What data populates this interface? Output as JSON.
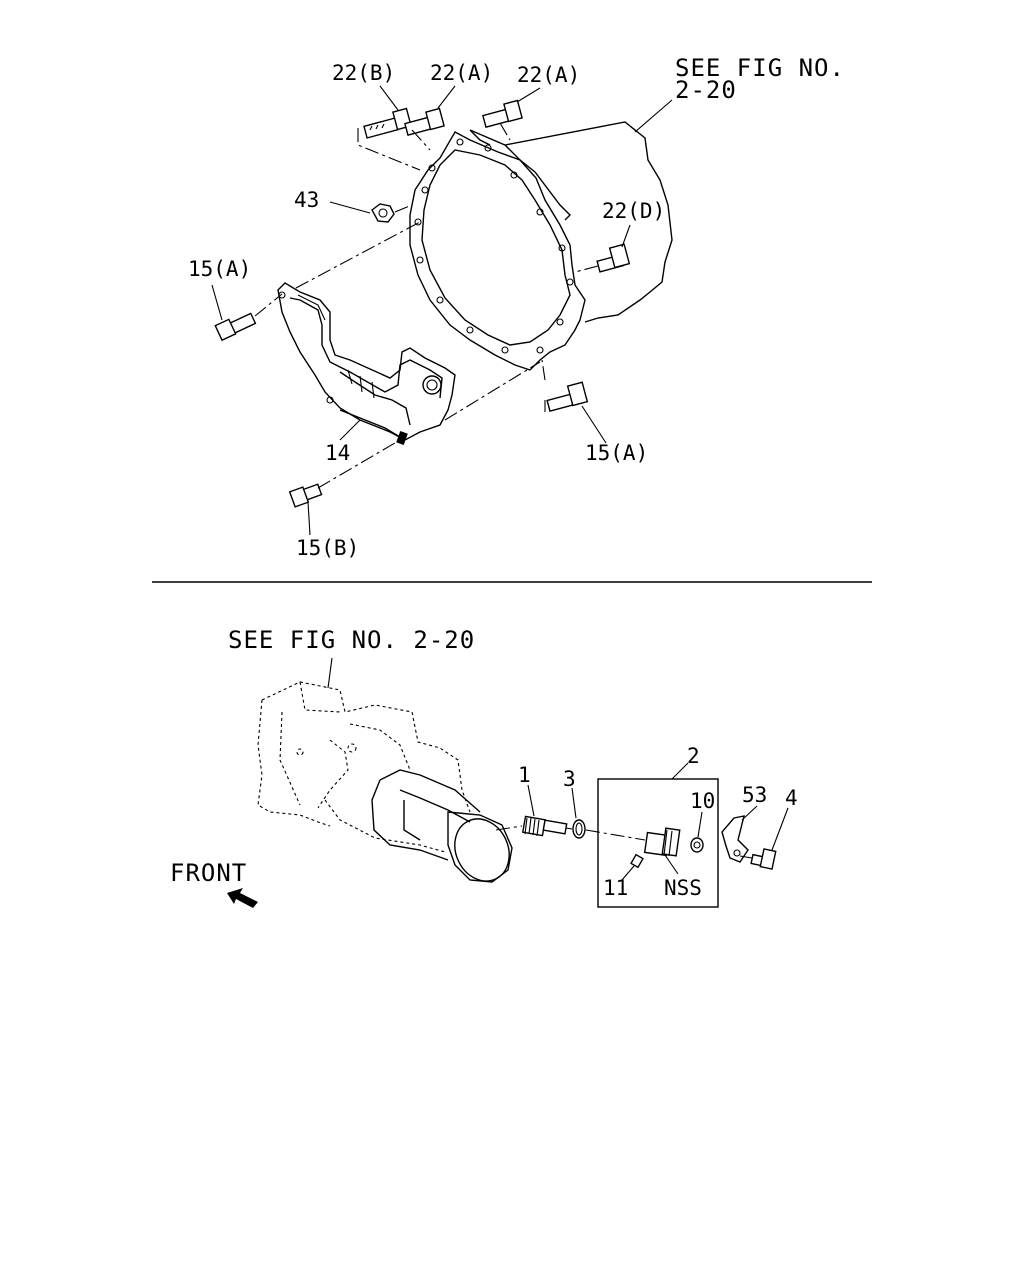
{
  "upper_view": {
    "see_fig_line1": "SEE FIG NO.",
    "see_fig_line2": "2-20",
    "callouts": {
      "bolt_22b": "22(B)",
      "bolt_22a_1": "22(A)",
      "bolt_22a_2": "22(A)",
      "bolt_22d": "22(D)",
      "nut_43": "43",
      "bolt_15a_left": "15(A)",
      "bolt_15a_right": "15(A)",
      "cover_14": "14",
      "bolt_15b": "15(B)"
    }
  },
  "lower_view": {
    "see_fig": "SEE FIG NO. 2-20",
    "front_label": "FRONT",
    "callouts": {
      "gear_1": "1",
      "ring_3": "3",
      "assembly_2": "2",
      "part_10": "10",
      "part_11": "11",
      "nss": "NSS",
      "plate_53": "53",
      "bolt_4": "4"
    }
  }
}
